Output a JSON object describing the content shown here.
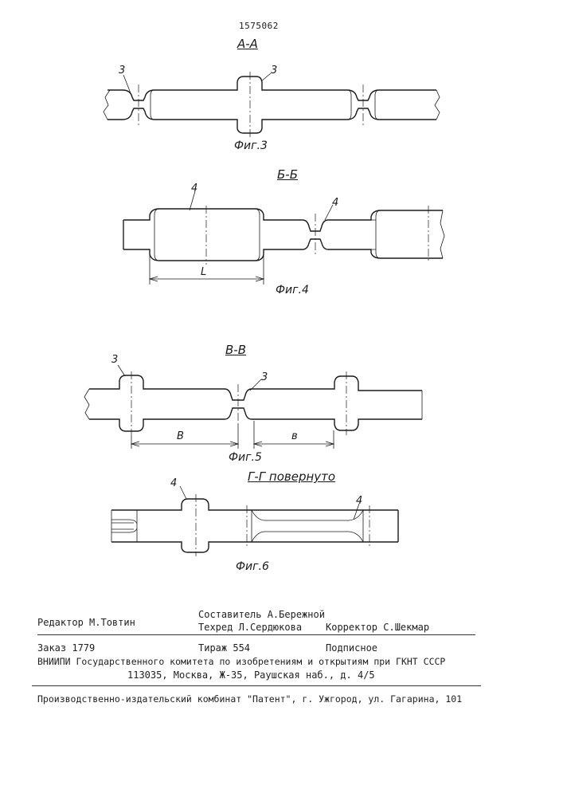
{
  "patent_number": "1575062",
  "figures": {
    "fig3": {
      "section_label": "А-А",
      "caption": "Фиг.3",
      "labels": [
        "3",
        "3"
      ]
    },
    "fig4": {
      "section_label": "Б-Б",
      "caption": "Фиг.4",
      "labels": [
        "4",
        "4"
      ],
      "dimension": "L"
    },
    "fig5": {
      "section_label": "В-В",
      "caption": "Фиг.5",
      "labels": [
        "3",
        "3"
      ],
      "dimensions": [
        "В",
        "в"
      ]
    },
    "fig6": {
      "section_label": "Г-Г повернуто",
      "caption": "Фиг.6",
      "labels": [
        "4",
        "4"
      ]
    }
  },
  "footer": {
    "editor": "Редактор М.Товтин",
    "composer": "Составитель А.Бережной",
    "tech_editor": "Техред Л.Сердюкова",
    "proofreader": "Корректор С.Шекмар",
    "order": "Заказ 1779",
    "circulation": "Тираж 554",
    "subscription": "Подписное",
    "org_line1": "ВНИИПИ Государственного комитета по изобретениям и открытиям при ГКНТ СССР",
    "org_line2": "113035, Москва, Ж-35, Раушская наб., д. 4/5",
    "plant": "Производственно-издательский комбинат \"Патент\", г. Ужгород, ул. Гагарина, 101"
  }
}
